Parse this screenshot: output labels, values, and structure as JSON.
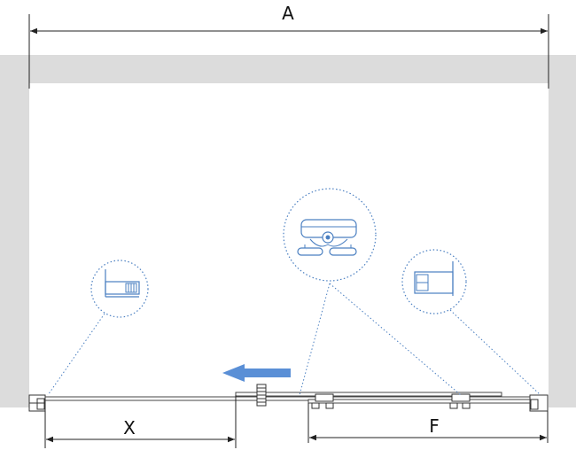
{
  "dimensions": {
    "overall_label": "A",
    "opening_label": "X",
    "fixed_label": "F"
  },
  "colors": {
    "wall": "#dcdcdc",
    "line": "#333333",
    "detail_blue": "#4a7fc1",
    "arrow_blue": "#5a8fd6"
  },
  "icons": {
    "slide_direction": "arrow-left-icon",
    "wall_profile_left": "wall-profile-detail-icon",
    "roller_detail": "roller-wheel-detail-icon",
    "wall_profile_right": "wall-profile-detail-icon"
  }
}
